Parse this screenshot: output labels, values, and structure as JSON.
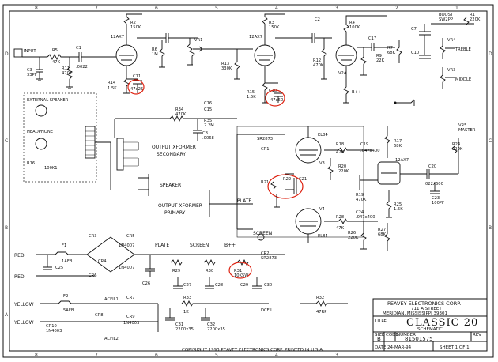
{
  "zones": {
    "top": [
      "8",
      "7",
      "6",
      "5",
      "4",
      "3",
      "2",
      "1"
    ],
    "side": [
      "D",
      "C",
      "B",
      "A"
    ]
  },
  "labels": {
    "input": "INPUT",
    "r5": "R5",
    "r5v": "47K",
    "c3": "C3",
    "c3v": "33PF",
    "c1": "C1",
    "c1v": ".0022",
    "r2": "R2",
    "r2v": "150K",
    "v1": "12AX7",
    "r11": "R11",
    "r11v": "470K",
    "r14": "R14",
    "r14v": "1.5K",
    "c11": "C11",
    "c11v": "47x25",
    "r6": "R6",
    "r6v": "1M",
    "vr1": "VR1",
    "r3": "R3",
    "r3v": "150K",
    "v2a": "12AX7",
    "r13": "R13",
    "r13v": "330K",
    "r15": "R15",
    "r15v": "1.5K",
    "c18": "C18",
    "c18v": "47x50",
    "c2": "C2",
    "r12": "R12",
    "r12v": "470K",
    "r4": "R4",
    "r4v": "100K",
    "v2": "V2A",
    "r9": "R9",
    "r9v": "22K",
    "r7": "R7",
    "r7v": "68K",
    "c17": "C17",
    "boost": "BOOST",
    "sw": "SW2PP",
    "r1": "R1",
    "r1v": "220K",
    "c7": "C7",
    "c10": "C10",
    "vr4": "VR4",
    "treble": "TREBLE",
    "vr3": "VR3",
    "middle": "MIDDLE",
    "bplus": "B++",
    "ext_spk": "EXTERNAL SPEAKER",
    "headphone": "HEADPHONE",
    "r16": "R16",
    "r16v": "100K1",
    "r34": "R34",
    "r34v": "470K",
    "c16": "C16",
    "c15": "C15",
    "r35": "R35",
    "r35v": "2.2M",
    "c8": "C8",
    "c8v": ".0068",
    "out_xf_sec": "OUTPUT XFORMER",
    "secondary": "SECONDARY",
    "speaker": "SPEAKER",
    "out_xf_pri": "OUTPUT XFORMER",
    "primary": "PRIMARY",
    "plate": "PLATE",
    "screen": "SCREEN",
    "cr1": "CR1",
    "cr1v": "SR2873",
    "cr2": "CR2",
    "cr2v": "SR2873",
    "el84a": "EL84",
    "el84b": "EL84",
    "v3": "V3",
    "v4": "V4",
    "r18": "R18",
    "r18v": "47K",
    "r20": "R20",
    "r20v": "220K",
    "c19": "C19",
    "c19v": ".047x400",
    "r17": "R17",
    "r17v": "68K",
    "v2b": "12AX7",
    "r19": "R19",
    "r19v": "470K",
    "c20": "C20",
    "c20v": "022x600",
    "c23": "C23",
    "c23v": "100PF",
    "r24": "R24",
    "r24v": "220K",
    "r25": "R25",
    "r25v": "1.5K",
    "r26": "R26",
    "r26v": "220K",
    "r27": "R27",
    "r27v": "68K",
    "c24": "C24",
    "c24v": ".047x400",
    "r28": "R28",
    "r28v": "47K",
    "r21": "R21",
    "r22": "R22",
    "c21": "C21",
    "vr5": "VR5",
    "master": "MASTER",
    "red1": "RED",
    "red2": "RED",
    "yellow1": "YELLOW",
    "yellow2": "YELLOW",
    "f1": "F1",
    "f1v": "1AFB",
    "f2": "F2",
    "f2v": "5AFB",
    "cr3": "CR3",
    "cr4": "CR4",
    "cr5": "CR5",
    "cr6": "CR6",
    "diode": "1N4007",
    "c25": "C25",
    "c26": "C26",
    "c27": "C27",
    "c28": "C28",
    "c29": "C29",
    "c30": "C30",
    "r29": "R29",
    "r30": "R30",
    "r31": "R31",
    "r31v": "10K5W",
    "plate2": "PLATE",
    "screen2": "SCREEN",
    "bplus2": "B++",
    "acfil1": "ACFIL1",
    "acfil2": "ACFIL2",
    "dcfil": "DCFIL",
    "cr7": "CR7",
    "cr8": "CR8",
    "cr9": "CR9",
    "cr10": "CR10",
    "d4003": "1N4003",
    "r33": "R33",
    "r33v": "1K",
    "r32": "R32",
    "r32v": "47RP",
    "c31": "C31",
    "c32": "C32",
    "c31v": "2200x35",
    "c32v": "2200x35"
  },
  "title_block": {
    "company": "PEAVEY ELECTRONICS CORP.",
    "address1": "711 A STREET",
    "address2": "MERIDIAN, MISSISSIPPI 39301",
    "title_label": "TITLE",
    "title": "CLASSIC 20",
    "subtitle": "SCHEMATIC",
    "size_label": "SIZE",
    "size": "B",
    "code_label": "CODE",
    "number_label": "NUMBER",
    "number": "81501575",
    "rev_label": "REV",
    "date_label": "DATE",
    "date": "24-MAR-94",
    "sheet": "SHEET 1 OF 1"
  },
  "copyright": "COPYRIGHT 1993 PEAVEY ELECTRONICS CORP. PRINTED IN U.S.A."
}
